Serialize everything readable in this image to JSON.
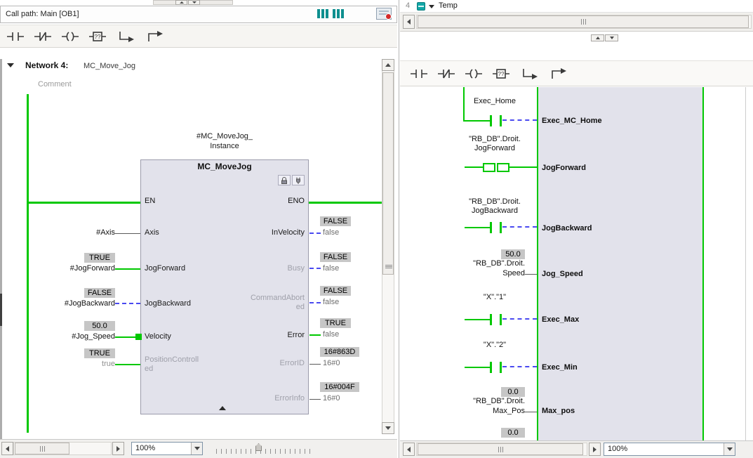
{
  "empty_box_glyph": "??",
  "toolbar_icons": [
    "contact-open",
    "contact-closed",
    "coil",
    "empty-box",
    "open-branch",
    "close-branch"
  ],
  "colors": {
    "power_green": "#00c800",
    "false_blue": "#4a4af0",
    "block_fill": "#e2e2eb",
    "value_box": "#c6c6c6",
    "teal": "#0e8f8f",
    "alert_red": "#d42a2a"
  },
  "left_panel": {
    "call_path_bar": {
      "label": "Call path: Main [OB1]"
    },
    "network_header": {
      "number": "Network 4:",
      "name": "MC_Move_Jog"
    },
    "comment_placeholder": "Comment",
    "instance_label": {
      "line1": "#MC_MoveJog_",
      "line2": "Instance"
    },
    "block": {
      "title": "MC_MoveJog",
      "en": "EN",
      "eno": "ENO",
      "inputs": [
        {
          "label": "Axis",
          "operand": "#Axis"
        },
        {
          "label": "JogForward",
          "operand": "#JogForward",
          "value": "TRUE"
        },
        {
          "label": "JogBackward",
          "operand": "#JogBackward",
          "value": "FALSE"
        },
        {
          "label": "Velocity",
          "operand": "#Jog_Speed",
          "value": "50.0"
        },
        {
          "label_line1": "PositionControll",
          "label_line2": "ed",
          "operand": "true",
          "value": "TRUE"
        }
      ],
      "outputs": [
        {
          "label": "InVelocity",
          "operand": "false",
          "value": "FALSE"
        },
        {
          "label": "Busy",
          "operand": "false",
          "value": "FALSE"
        },
        {
          "label_line1": "CommandAbort",
          "label_line2": "ed",
          "operand": "false",
          "value": "FALSE"
        },
        {
          "label": "Error",
          "operand": "false",
          "value": "TRUE"
        },
        {
          "label": "ErrorID",
          "operand": "16#0",
          "value": "16#863D"
        },
        {
          "label": "ErrorInfo",
          "operand": "16#0",
          "value": "16#004F"
        }
      ]
    },
    "status_bar": {
      "zoom": "100%"
    }
  },
  "right_panel": {
    "header_row": {
      "row_number": "4",
      "section": "Temp"
    },
    "rungs": [
      {
        "tag": "Exec_Home",
        "param": "Exec_MC_Home"
      },
      {
        "tag_line1": "\"RB_DB\".Droit.",
        "tag_line2": "JogForward",
        "param": "JogForward"
      },
      {
        "tag_line1": "\"RB_DB\".Droit.",
        "tag_line2": "JogBackward",
        "param": "JogBackward"
      },
      {
        "value": "50.0",
        "tag_line1": "\"RB_DB\".Droit.",
        "tag_line2": "Speed",
        "param": "Jog_Speed"
      },
      {
        "tag": "\"X\".\"1\"",
        "param": "Exec_Max"
      },
      {
        "tag": "\"X\".\"2\"",
        "param": "Exec_Min"
      },
      {
        "value": "0.0",
        "tag_line1": "\"RB_DB\".Droit.",
        "tag_line2": "Max_Pos",
        "param": "Max_pos"
      }
    ],
    "partial_value": "0.0",
    "status_bar": {
      "zoom": "100%"
    }
  }
}
